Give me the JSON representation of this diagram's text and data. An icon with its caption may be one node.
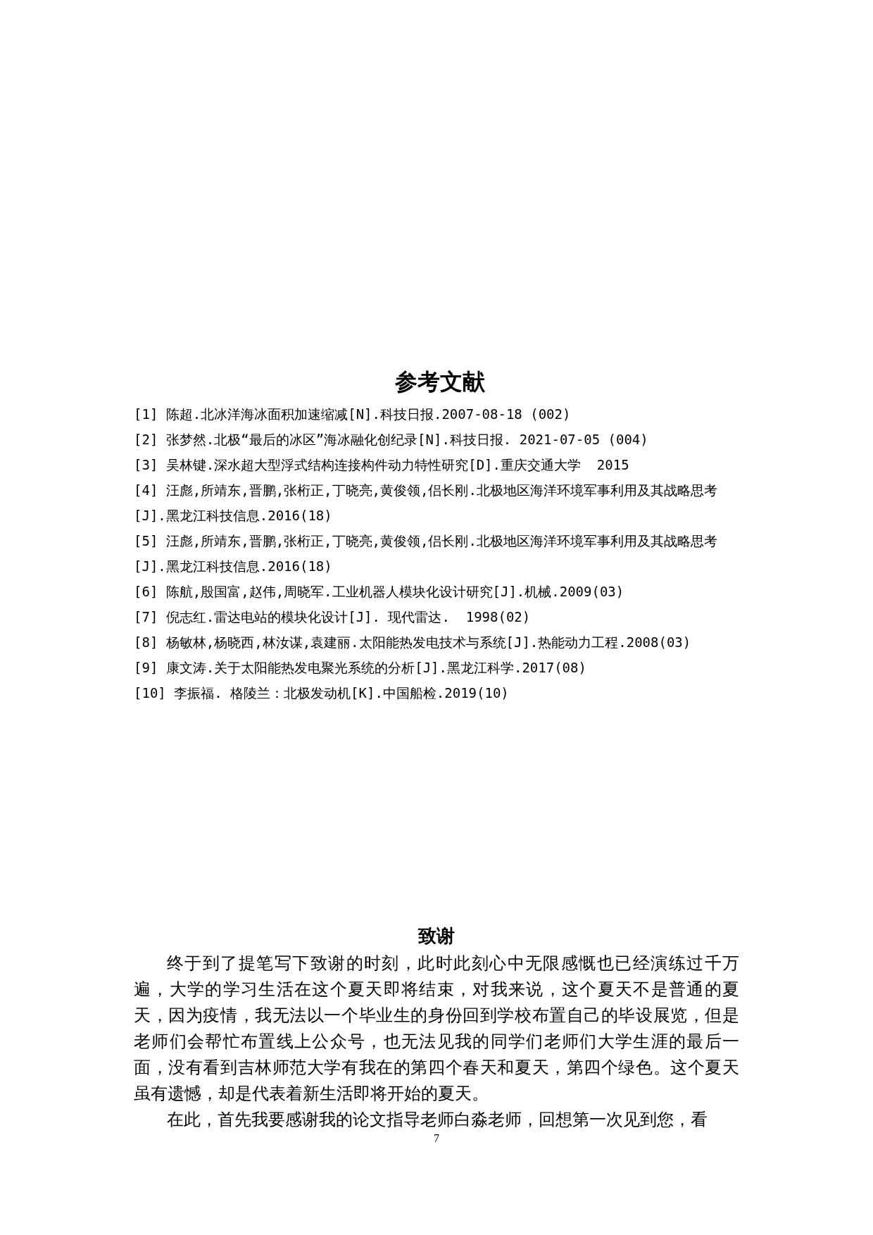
{
  "diagram": {
    "title": "参考文献",
    "labels": [
      "[1] 陈超.北冰洋海冰面积加速缩减[N].科技日报.2007-08-18 (002)",
      "[2] 张梦然.北极“最后的冰区”海冰融化创纪录[N].科技日报. 2021-07-05 (004)",
      "[3] 吴林键.深水超大型浮式结构连接构件动力特性研究[D].重庆交通大学  2015",
      "[4] 汪彪,所靖东,晋鹏,张桁正,丁晓亮,黄俊领,侣长刚.北极地区海洋环境军事利用及其战略思考[J].黑龙江科技信息.2016(18)",
      "[5] 汪彪,所靖东,晋鹏,张桁正,丁晓亮,黄俊领,侣长刚.北极地区海洋环境军事利用及其战略思考[J].黑龙江科技信息.2016(18)",
      "[6] 陈航,殷国富,赵伟,周晓军.工业机器人模块化设计研究[J].机械.2009(03)",
      "[7] 倪志红.雷达电站的模块化设计[J]. 现代雷达.  1998(02)",
      "[8] 杨敏林,杨晓西,林汝谋,袁建丽.太阳能热发电技术与系统[J].热能动力工程.2008(03)",
      "[9] 康文涛.关于太阳能热发电聚光系统的分析[J].黑龙江科学.2017(08)",
      "[10] 李振福. 格陵兰：北极发动机[K].中国船检.2019(10)",
      "致谢",
      "终于到了提笔写下致谢的时刻，此时此刻心中无限感慨也已经演练过千万遍，大学的学习生活在这个夏天即将结束，对我来说，这个夏天不是普通的夏天，因为疫情，我无法以一个毕业生的身份回到学校布置自己的毕设展览，但是老师们会帮忙布置线上公众号，也无法见我的同学们老师们大学生涯的最后一面，没有看到吉林师范大学有我在的第四个春天和夏天，第四个绿色。这个夏天虽有遗憾，却是代表着新生活即将开始的夏天。",
      "在此，首先我要感谢我的论文指导老师白淼老师，回想第一次见到您，看",
      "7"
    ]
  }
}
